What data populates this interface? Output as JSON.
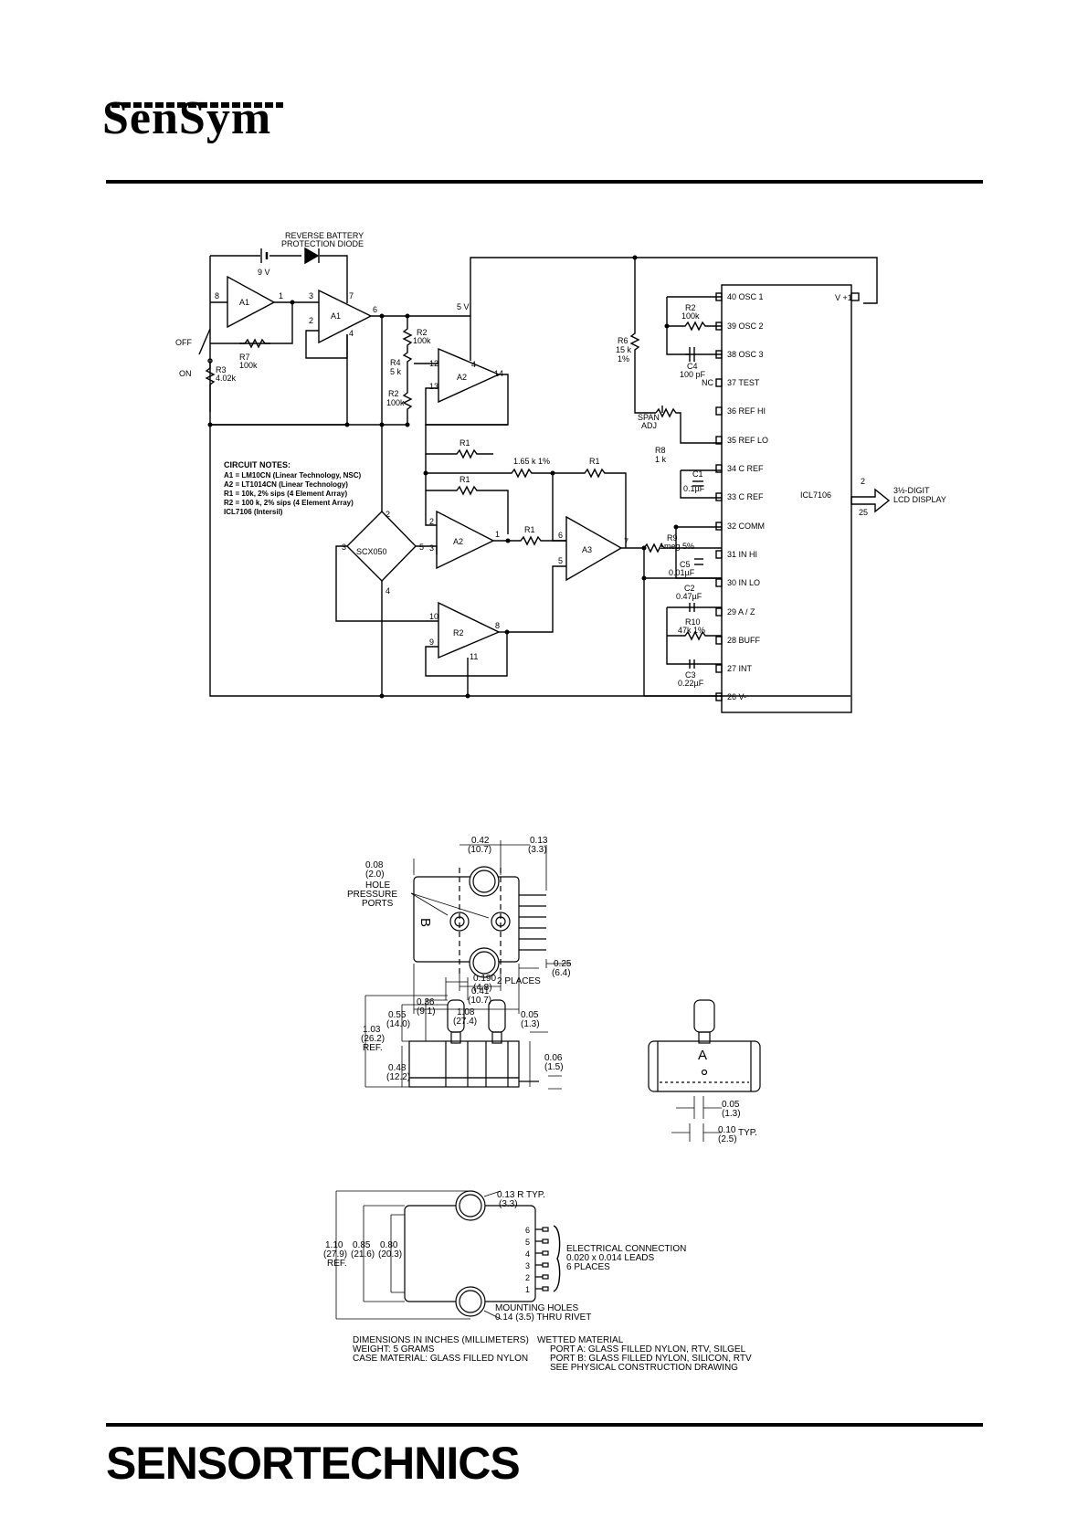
{
  "header": {
    "logo": "SenSym"
  },
  "footer": {
    "logo": "SENSORTECHNICS"
  },
  "circuit": {
    "reverse_battery_1": "REVERSE BATTERY",
    "reverse_battery_2": "PROTECTION DIODE",
    "battery_label": "9 V",
    "off_label": "OFF",
    "on_label": "ON",
    "r3_label": "R3",
    "r3_value": "4.02k",
    "r7_label": "R7",
    "r7_value": "100k",
    "a1a": "A1",
    "a1b": "A1",
    "a2_top": "A2",
    "a2_mid": "A2",
    "a2_bot": "R2",
    "a3": "A3",
    "five_v": "5 V",
    "r2_label": "R2",
    "r2_value": "100k",
    "r4_label": "R4",
    "r4_value": "5 k",
    "r2b_label": "R2",
    "r2b_value": "100k",
    "r1a": "R1",
    "r1b": "R1",
    "r1c": "R1",
    "r1d": "R1",
    "r5_value": "1.65 k 1%",
    "r6_label": "R6",
    "r6_value": "15 k",
    "r6_tol": "1%",
    "span_adj_1": "SPAN",
    "span_adj_2": "ADJ",
    "r8_label": "R8",
    "r8_value": "1 k",
    "r9_label": "R9",
    "r9_value": "1meg 5%",
    "c5_label": "C5",
    "c5_value": "0.01µF",
    "c1_label": "C1",
    "c1_value": "0.1µF",
    "c2_label": "C2",
    "c2_value": "0.47µF",
    "r10_label": "R10",
    "r10_value": "47k 1%",
    "c3_label": "C3",
    "c3_value": "0.22µF",
    "c4_label": "C4",
    "c4_value": "100 pF",
    "r2c_label": "R2",
    "r2c_value": "100k",
    "nc_label": "NC",
    "sensor": "SCX050",
    "notes_title": "CIRCUIT NOTES:",
    "notes": [
      "A1 = LM10CN (Linear Technology, NSC)",
      "A2 = LT1014CN (Linear Technology)",
      "R1 = 10k, 2% sips (4 Element Array)",
      "R2 = 100 k, 2% sips (4 Element Array)",
      "ICL7106 (Intersil)"
    ],
    "ic_name": "ICL7106",
    "ic_vplus": "V +1",
    "ic_pins": [
      "40  OSC 1",
      "39  OSC 2",
      "38  OSC 3",
      "37  TEST",
      "36  REF HI",
      "35  REF LO",
      "34  C REF",
      "33  C REF",
      "32  COMM",
      "31  IN HI",
      "30  IN LO",
      "29  A / Z",
      "28  BUFF",
      "27  INT",
      "26  V-"
    ],
    "bus_top": "2",
    "bus_bottom": "25",
    "lcd_1": "3½-DIGIT",
    "lcd_2": "LCD DISPLAY",
    "pin_nums": [
      "8",
      "1",
      "3",
      "7",
      "2",
      "6",
      "4",
      "12",
      "13",
      "4",
      "14",
      "2",
      "3",
      "5",
      "4",
      "2",
      "3",
      "1",
      "6",
      "5",
      "7",
      "10",
      "9",
      "8",
      "11"
    ]
  },
  "drawing": {
    "top_view": {
      "d042": "0.42",
      "d042mm": "(10.7)",
      "d013": "0.13",
      "d013mm": "(3.3)",
      "d008": "0.08",
      "d008mm": "(2.0)",
      "hole": "HOLE",
      "pressure": "PRESSURE",
      "ports": "PORTS",
      "port_b": "B",
      "d025": "0.25",
      "d025mm": "(6.4)",
      "d041": "0.41",
      "d041mm": "(10.7)",
      "d108": "1.08",
      "d108mm": "(27.4)"
    },
    "side_view": {
      "d0190": "0.190",
      "d0190mm": "(4.8)",
      "two_places": "2 PLACES",
      "d036": "0.36",
      "d036mm": "(9.1)",
      "d055": "0.55",
      "d055mm": "(14.0)",
      "d103": "1.03",
      "d103mm": "(26.2)",
      "ref": "REF.",
      "d005": "0.05",
      "d005mm": "(1.3)",
      "d048": "0.48",
      "d048mm": "(12.2)",
      "d006": "0.06",
      "d006mm": "(1.5)"
    },
    "end_view": {
      "port_a": "A",
      "d005": "0.05",
      "d005mm": "(1.3)",
      "d010": "0.10",
      "d010mm": "(2.5)",
      "typ": "TYP."
    },
    "bottom_view": {
      "d013r": "0.13 R",
      "d013rmm": "(3.3)",
      "typ": "TYP.",
      "d110": "1.10",
      "d110mm": "(27.9)",
      "ref": "REF.",
      "d085": "0.85",
      "d085mm": "(21.6)",
      "d080": "0.80",
      "d080mm": "(20.3)",
      "pin_numbers": [
        "6",
        "5",
        "4",
        "3",
        "2",
        "1"
      ],
      "elec_1": "ELECTRICAL CONNECTION",
      "elec_2": "0.020 x 0.014 LEADS",
      "elec_3": "6 PLACES",
      "mount_1": "MOUNTING HOLES",
      "mount_2": "0.14 (3.5) THRU RIVET"
    },
    "notes_left": [
      "DIMENSIONS IN INCHES (MILLIMETERS)",
      "WEIGHT: 5 GRAMS",
      "CASE MATERIAL: GLASS FILLED NYLON"
    ],
    "notes_right": [
      "WETTED MATERIAL",
      "PORT A: GLASS FILLED NYLON, RTV, SILGEL",
      "PORT B: GLASS FILLED NYLON, SILICON, RTV",
      "SEE PHYSICAL CONSTRUCTION DRAWING"
    ]
  }
}
